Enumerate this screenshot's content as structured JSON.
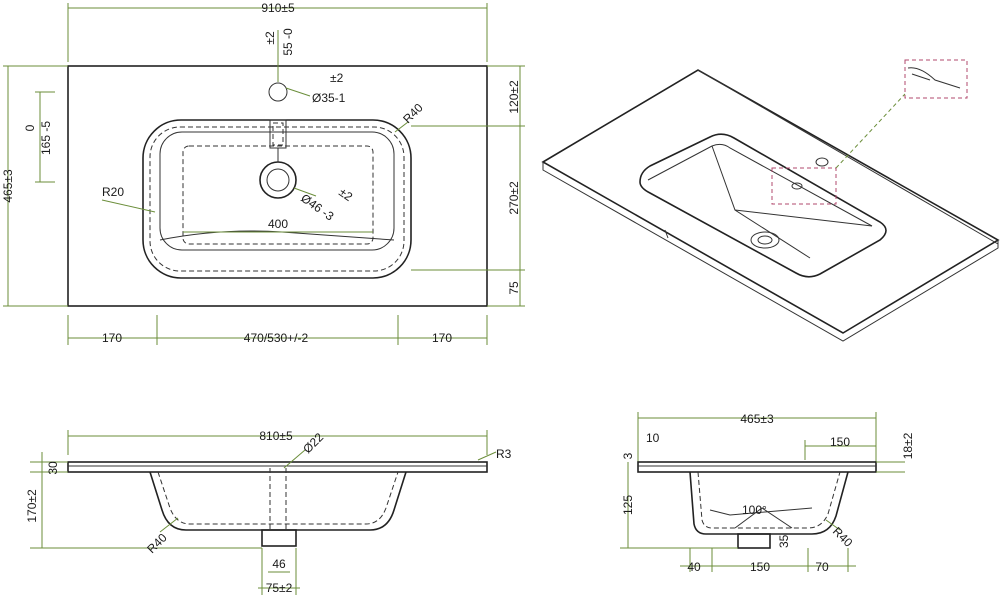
{
  "top_view": {
    "overall_width": "910±5",
    "basin_width": "470/530+/-2",
    "left_margin": "170",
    "right_margin": "170",
    "depth": "465±3",
    "tap_offset_tol": "±2",
    "tap_offset": "55 -0",
    "tap_hole_tol": "±2",
    "tap_hole": "Ø35-1",
    "drain_tol": "±2",
    "drain": "Ø46 -3",
    "radius_outer": "R40",
    "radius_inner": "R20",
    "inner_width": "400",
    "side_offset_top": "0",
    "side_offset": "165 -5",
    "rear_gap": "120±2",
    "basin_depth": "270±2",
    "front_gap": "75"
  },
  "front_view": {
    "width": "810±5",
    "waste": "Ø22",
    "edge_radius": "R3",
    "thickness": "30",
    "height": "170±2",
    "bottom_radius": "R40",
    "waste_width": "46",
    "waste_spacing": "75±2"
  },
  "side_view": {
    "depth": "465±3",
    "back_gap": "10",
    "edge": "3",
    "inner_length": "150",
    "thickness": "18±2",
    "basin_height": "125",
    "angle": "100°",
    "drain_depth": "35",
    "radius": "R40",
    "left": "40",
    "middle": "150",
    "right": "70"
  }
}
